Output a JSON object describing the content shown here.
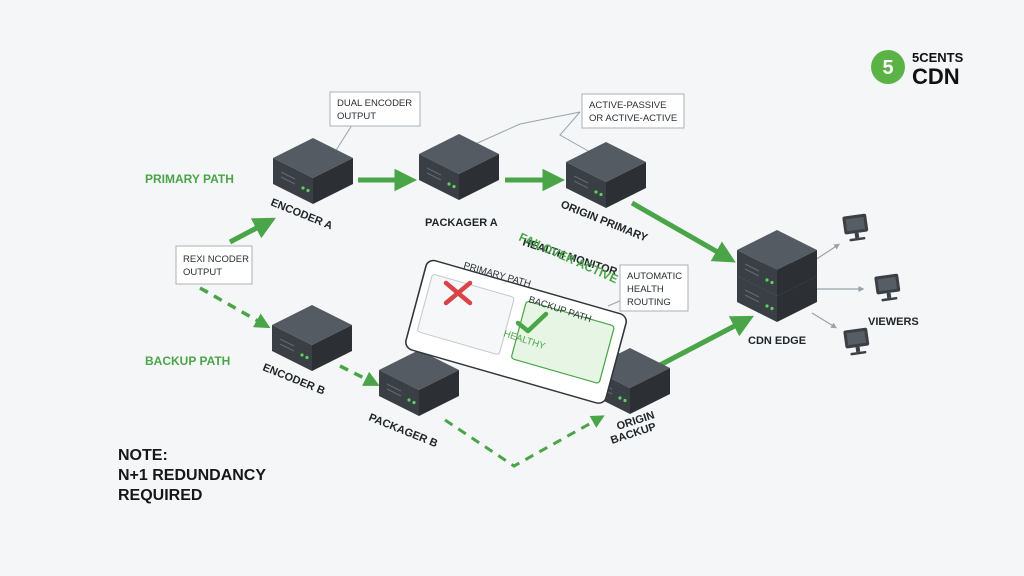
{
  "brand": {
    "logo_digit": "5",
    "line1": "5CENTS",
    "line2": "CDN",
    "accent": "#5bb346"
  },
  "paths": {
    "primary_label": "PRIMARY PATH",
    "backup_label": "BACKUP PATH"
  },
  "nodes": {
    "encoder_a": "ENCODER A",
    "encoder_b": "ENCODER B",
    "packager_a": "PACKAGER A",
    "packager_b": "PACKAGER B",
    "origin_primary": "ORIGIN PRIMARY",
    "origin_backup_line1": "ORIGIN",
    "origin_backup_line2": "BACKUP",
    "cdn_edge": "CDN EDGE",
    "viewers": "VIEWERS"
  },
  "callouts": {
    "dual_encoder": [
      "DUAL ENCODER",
      "OUTPUT"
    ],
    "active_mode": [
      "ACTIVE-PASSIVE",
      "OR ACTIVE-ACTIVE"
    ],
    "rexi_encoder": [
      "REXI NCODER",
      "OUTPUT"
    ],
    "auto_routing": [
      "AUTOMATIC",
      "HEALTH",
      "ROUTING"
    ]
  },
  "health_monitor": {
    "title": "HEALTH MONITOR",
    "status_badge": "FAILOVER ACTIVE",
    "primary_card": "PRIMARY PATH",
    "backup_card": "BACKUP PATH",
    "backup_state": "HEALTHY"
  },
  "note": {
    "line1": "NOTE:",
    "line2": "N+1 REDUNDANCY",
    "line3": "REQUIRED"
  },
  "colors": {
    "flow_green": "#4aa548",
    "server_dark": "#3b4046",
    "fail_red": "#d9434a"
  }
}
